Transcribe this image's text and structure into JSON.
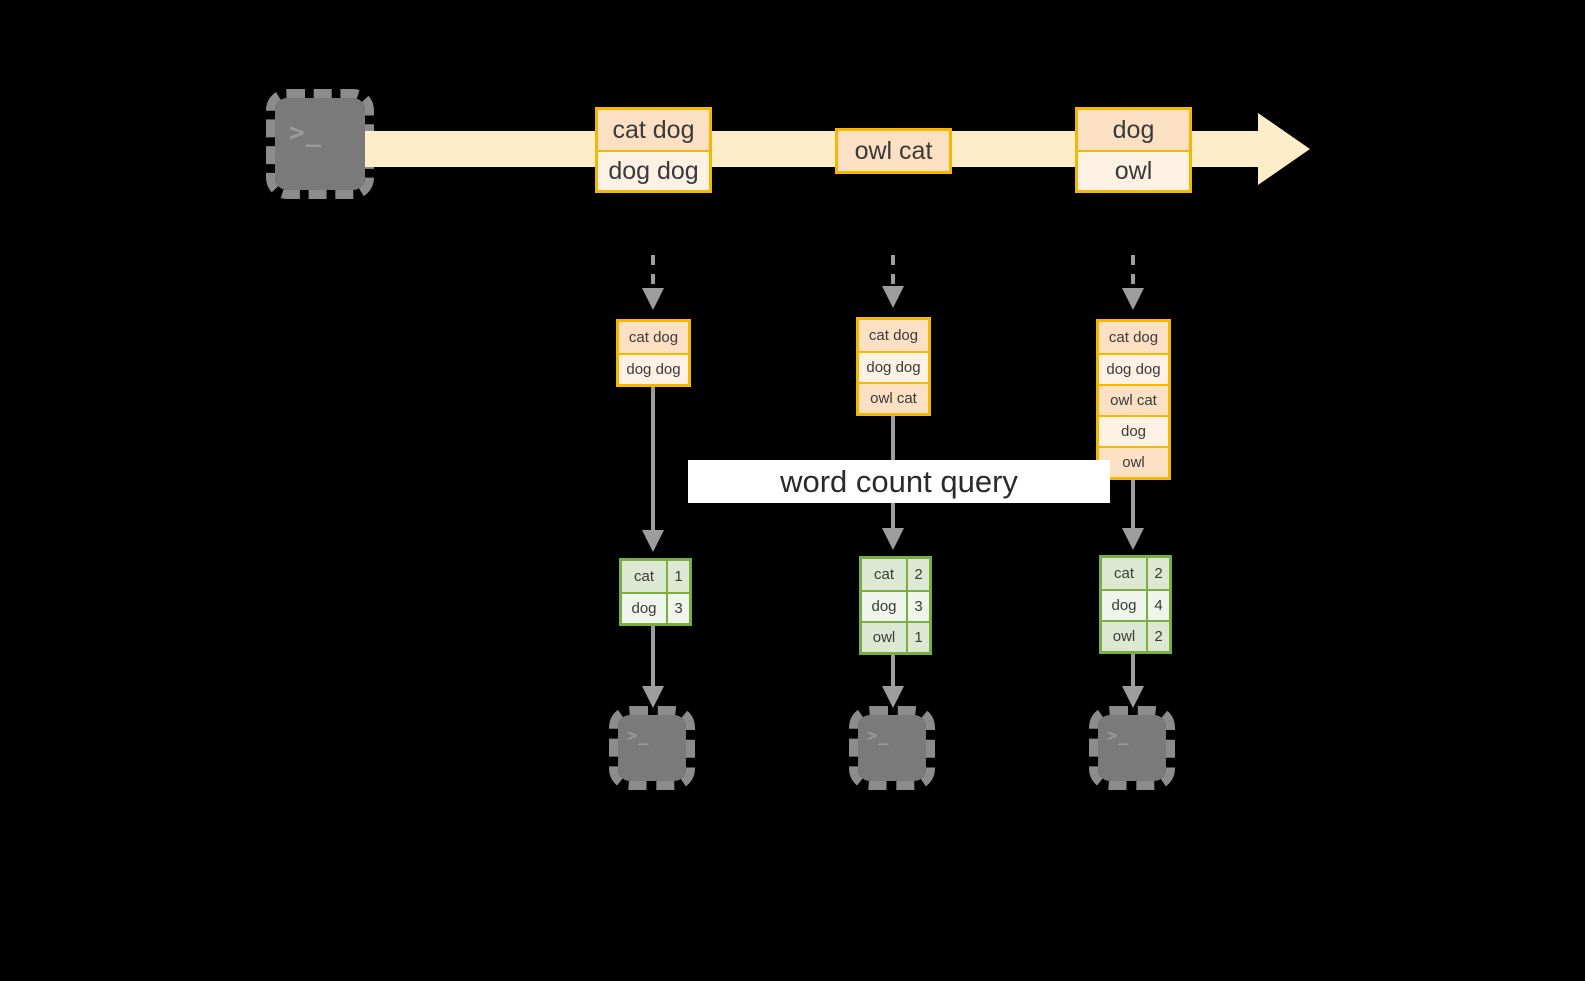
{
  "diagram": {
    "title_label": "word count query",
    "colors": {
      "background": "#000000",
      "stream_band": "#fdeec9",
      "record_border": "#f5b700",
      "record_fill_dark": "#fbe0c4",
      "record_fill_light": "#fdf1e4",
      "result_border": "#79ae42",
      "result_fill_dark": "#dde8d2",
      "result_fill_light": "#f0f5ec",
      "connector": "#9d9d9d",
      "terminal_fill": "#7a7a7a",
      "label_background": "#ffffff"
    },
    "source": {
      "icon": "terminal-icon",
      "glyph": ">_"
    },
    "stream": {
      "icon": "arrow-right-icon",
      "groups": [
        {
          "name": "group-1",
          "lines": [
            "cat dog",
            "dog dog"
          ]
        },
        {
          "name": "group-2",
          "lines": [
            "owl cat"
          ]
        },
        {
          "name": "group-3",
          "lines": [
            "dog",
            "owl"
          ]
        }
      ]
    },
    "snapshots": [
      {
        "name": "snapshot-1",
        "input_lines": [
          "cat dog",
          "dog dog"
        ],
        "results": [
          {
            "word": "cat",
            "count": "1"
          },
          {
            "word": "dog",
            "count": "3"
          }
        ],
        "sink_glyph": ">_"
      },
      {
        "name": "snapshot-2",
        "input_lines": [
          "cat dog",
          "dog dog",
          "owl cat"
        ],
        "results": [
          {
            "word": "cat",
            "count": "2"
          },
          {
            "word": "dog",
            "count": "3"
          },
          {
            "word": "owl",
            "count": "1"
          }
        ],
        "sink_glyph": ">_"
      },
      {
        "name": "snapshot-3",
        "input_lines": [
          "cat dog",
          "dog dog",
          "owl cat",
          "dog",
          "owl"
        ],
        "results": [
          {
            "word": "cat",
            "count": "2"
          },
          {
            "word": "dog",
            "count": "4"
          },
          {
            "word": "owl",
            "count": "2"
          }
        ],
        "sink_glyph": ">_"
      }
    ]
  }
}
